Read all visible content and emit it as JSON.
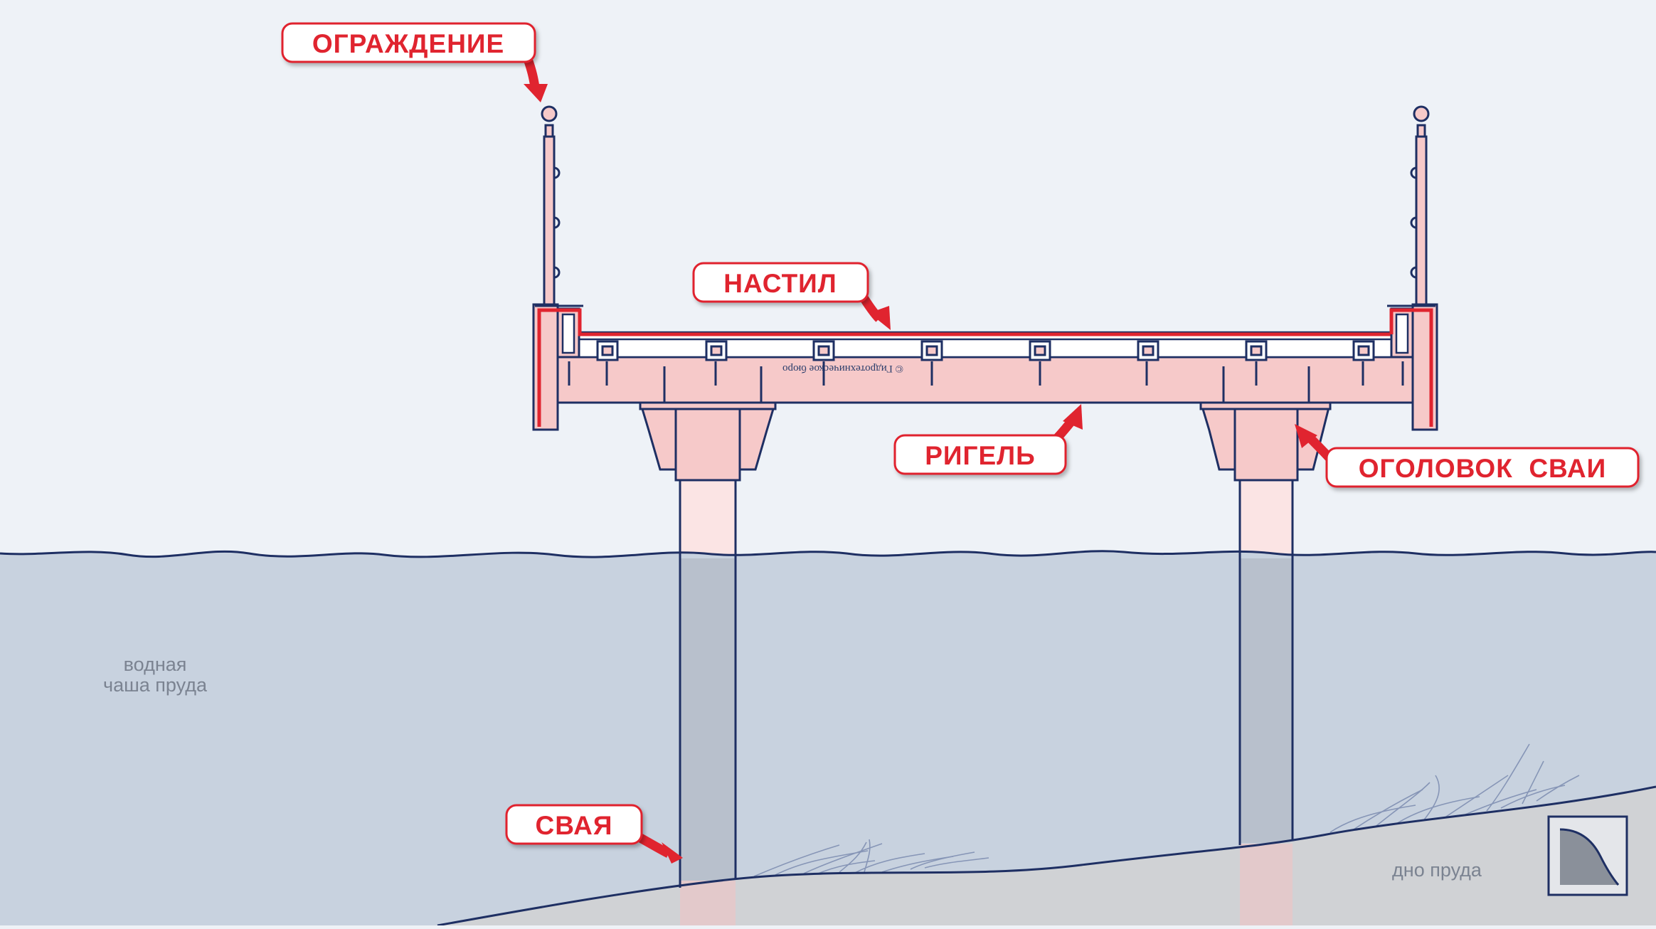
{
  "callouts": {
    "railing": "ОГРАЖДЕНИЕ",
    "deck": "НАСТИЛ",
    "crossbeam": "РИГЕЛЬ",
    "pile_cap": "ОГОЛОВОК  СВАИ",
    "pile": "СВАЯ"
  },
  "zones": {
    "water_line1": "водная",
    "water_line2": "чаша пруда",
    "bottom": "дно пруда"
  },
  "credit": "© Гидротехническое бюро",
  "colors": {
    "accent_red": "#e0242f",
    "structure_pink": "#f6c9c9",
    "outline_navy": "#1e2f63",
    "water": "#c8d2df",
    "ground": "#d0d2d5",
    "sky": "#eef2f7"
  },
  "logo_icon": "wave-curve-icon"
}
